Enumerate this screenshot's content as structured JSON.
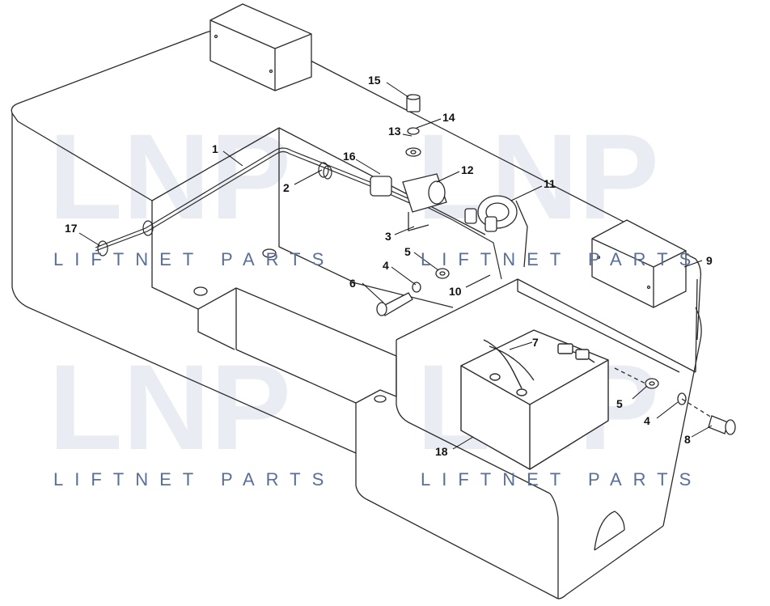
{
  "watermark": {
    "logo_text": "LNP",
    "caption": "LIFTNET PARTS"
  },
  "callouts": [
    "1",
    "2",
    "3",
    "4",
    "5",
    "6",
    "7",
    "8",
    "9",
    "10",
    "11",
    "12",
    "13",
    "14",
    "15",
    "16",
    "17",
    "18"
  ],
  "colors": {
    "line": "#2a2a2a",
    "watermark_text": "#5a6f98",
    "watermark_logo": "#e9edf3"
  }
}
